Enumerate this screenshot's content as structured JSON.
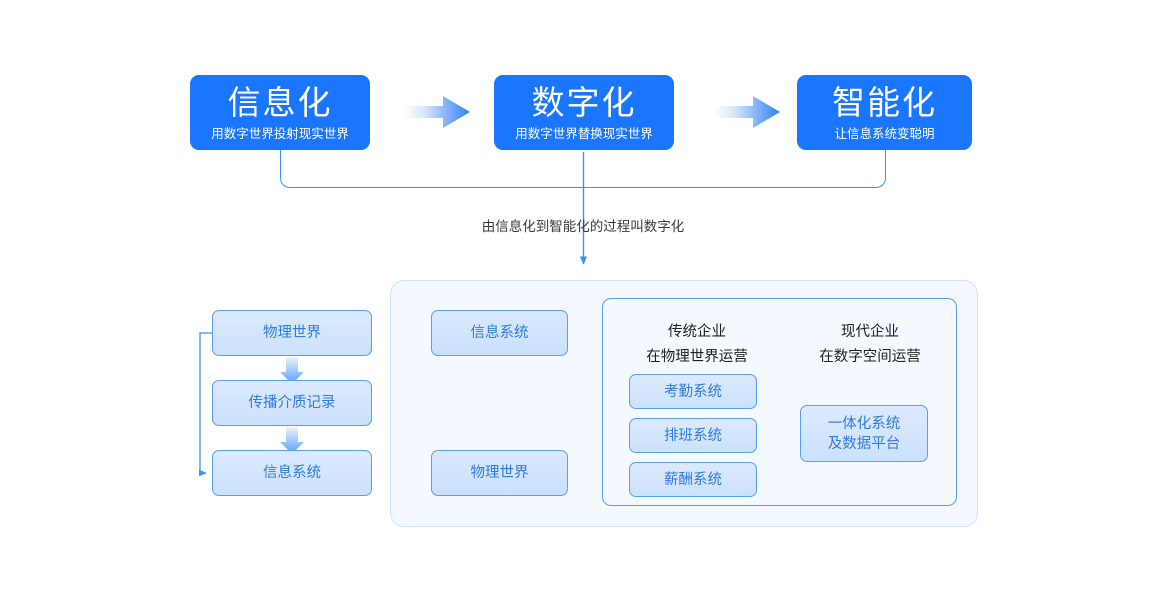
{
  "colors": {
    "stage_blue": "#1a75ff",
    "node_border": "#5b9cf7",
    "node_text": "#2f7be0",
    "panel_bg": "#f4f8ff",
    "panel_border": "#cfe3fb",
    "connector": "#3d90f5",
    "arrow_gradient_from": "#ffffff",
    "arrow_gradient_to": "#2f80f5"
  },
  "top_flow": {
    "stages": [
      {
        "title": "信息化",
        "subtitle": "用数字世界投射现实世界"
      },
      {
        "title": "数字化",
        "subtitle": "用数字世界替换现实世界"
      },
      {
        "title": "智能化",
        "subtitle": "让信息系统变聪明"
      }
    ],
    "arrow_icons": [
      "arrow-right-icon",
      "arrow-right-icon"
    ],
    "caption": "由信息化到智能化的过程叫数字化"
  },
  "left_chain": {
    "nodes": [
      "物理世界",
      "传播介质记录",
      "信息系统"
    ],
    "arrows": [
      "arrow-down-icon",
      "arrow-down-icon"
    ],
    "feedback_label": ""
  },
  "middle_chain": {
    "nodes": [
      "信息系统",
      "物理世界"
    ],
    "down_arrow": "arrow-down-icon",
    "right_arrow": "arrow-right-icon"
  },
  "enterprise_panel": {
    "columns": [
      {
        "heading": "传统企业\n在物理世界运营",
        "items": [
          "考勤系统",
          "排班系统",
          "薪酬系统"
        ]
      },
      {
        "heading": "现代企业\n在数字空间运营",
        "items": [
          "一体化系统\n及数据平台"
        ]
      }
    ]
  }
}
